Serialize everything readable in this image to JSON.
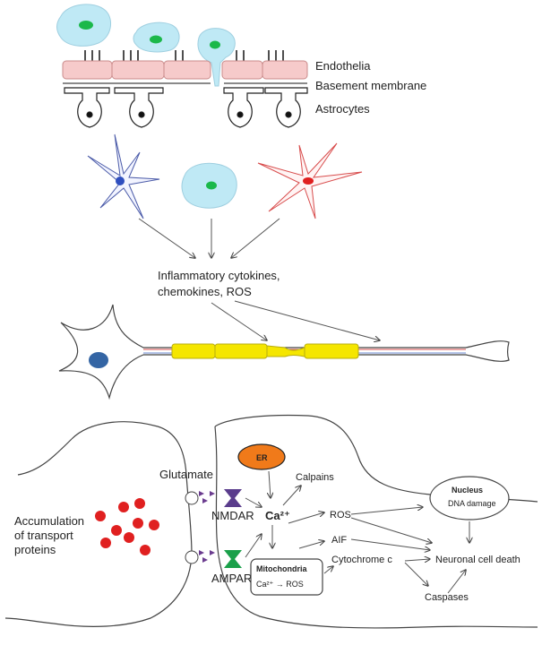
{
  "labels": {
    "endothelia": "Endothelia",
    "basement_membrane": "Basement membrane",
    "astrocytes": "Astrocytes",
    "inflammatory_line1": "Inflammatory cytokines,",
    "inflammatory_line2": "chemokines, ROS",
    "glutamate": "Glutamate",
    "er": "ER",
    "calpains": "Calpains",
    "ca": "Ca²⁺",
    "nmdar": "NMDAR",
    "ampar": "AMPAR",
    "ros": "ROS",
    "aif": "AIF",
    "cytochrome_c": "Cytochrome c",
    "mitochondria_title": "Mitochondria",
    "mitochondria_sub": "Ca²⁺ → ROS",
    "nucleus_title": "Nucleus",
    "nucleus_sub": "DNA damage",
    "neuronal_death": "Neuronal cell death",
    "caspases": "Caspases",
    "accum_line1": "Accumulation",
    "accum_line2": "of transport",
    "accum_line3": "proteins"
  },
  "colors": {
    "endothelium_fill": "#f6caca",
    "endothelium_stroke": "#c98b8b",
    "cell_blue": "#bfe9f5",
    "nucleus_green": "#1bb84a",
    "astro_blue_nucleus": "#2f4fbf",
    "astro_red_nucleus": "#e02020",
    "myelin": "#f5e600",
    "neuron_nucleus": "#3465a4",
    "er_fill": "#f07a1a",
    "protein_dots": "#e02020",
    "ampar": "#1aa04a",
    "nmdar": "#5a3c8c",
    "glutamate": "#6b3c8f"
  }
}
